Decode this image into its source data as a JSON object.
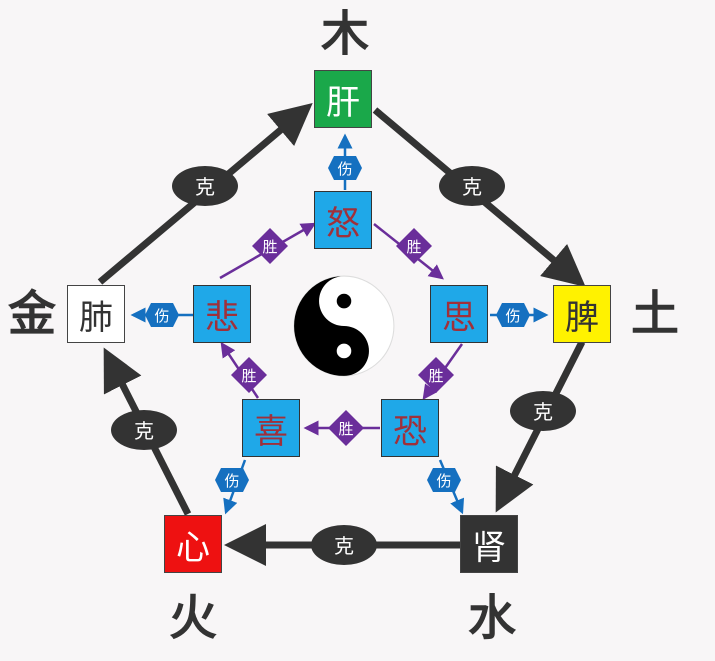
{
  "elements": {
    "wood": "木",
    "earth": "土",
    "water": "水",
    "fire": "火",
    "metal": "金"
  },
  "organs": {
    "liver": {
      "label": "肝",
      "color": "#1aa84a",
      "text_color": "#ffffff"
    },
    "spleen": {
      "label": "脾",
      "color": "#fff200",
      "text_color": "#333333"
    },
    "kidney": {
      "label": "肾",
      "color": "#333333",
      "text_color": "#ffffff"
    },
    "heart": {
      "label": "心",
      "color": "#ee1111",
      "text_color": "#ffffff"
    },
    "lung": {
      "label": "肺",
      "color": "#ffffff",
      "text_color": "#333333"
    }
  },
  "emotions": {
    "anger": "怒",
    "thought": "思",
    "fear": "恐",
    "joy": "喜",
    "grief": "悲"
  },
  "relations": {
    "restrain_label": "克",
    "harm_label": "伤",
    "overcome_label": "胜"
  },
  "colors": {
    "restrain": "#333333",
    "harm": "#1570c0",
    "overcome": "#6a2e9a",
    "emotion_box": "#1fa8e8",
    "background": "#f8f6f7"
  }
}
